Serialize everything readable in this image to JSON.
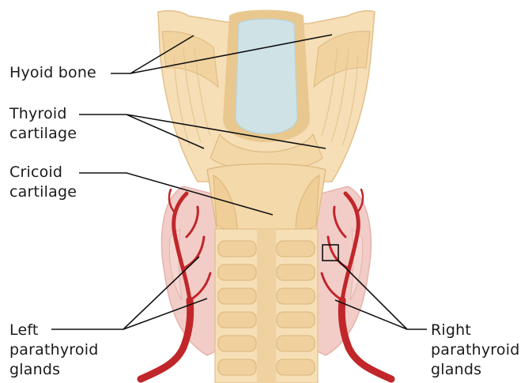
{
  "labels": {
    "hyoid": "Hyoid bone",
    "thyroid": [
      "Thyroid",
      "cartilage"
    ],
    "cricoid": [
      "Cricoid",
      "cartilage"
    ],
    "left_parathyroid": [
      "Left",
      "parathyroid",
      "glands"
    ],
    "right_parathyroid": [
      "Right",
      "parathyroid",
      "glands"
    ]
  },
  "colors": {
    "cartilage": "#f6dfb6",
    "cartilage_shade": "#e9c88f",
    "cartilage_line": "#d9b47a",
    "airway": "#cfe3e6",
    "thyroid_gland": "#f1c8c4",
    "artery": "#c1262a",
    "leader": "#111111"
  }
}
